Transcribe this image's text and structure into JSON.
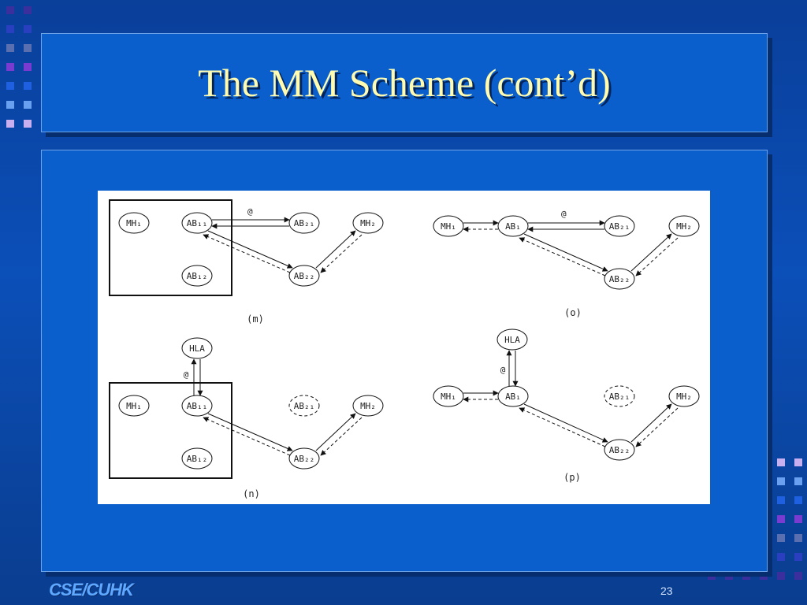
{
  "slide": {
    "title": "The MM Scheme (cont’d)",
    "footer_logo": "CSE/CUHK",
    "page_number": "23"
  },
  "colors": {
    "background": "#0b4fb8",
    "panel": "#0a5fcc",
    "title_text": "#fffbb0"
  },
  "diagram": {
    "panels": [
      {
        "id": "m",
        "caption": "(m)",
        "nodes": [
          {
            "id": "MH1",
            "label": "MH₁"
          },
          {
            "id": "AB11",
            "label": "AB₁₁"
          },
          {
            "id": "AB12",
            "label": "AB₁₂"
          },
          {
            "id": "AB21",
            "label": "AB₂₁"
          },
          {
            "id": "MH2",
            "label": "MH₂"
          },
          {
            "id": "AB22",
            "label": "AB₂₂"
          }
        ],
        "annotation": "@"
      },
      {
        "id": "o",
        "caption": "(o)",
        "nodes": [
          {
            "id": "MH1",
            "label": "MH₁"
          },
          {
            "id": "AB1",
            "label": "AB₁"
          },
          {
            "id": "AB21",
            "label": "AB₂₁"
          },
          {
            "id": "MH2",
            "label": "MH₂"
          },
          {
            "id": "AB22",
            "label": "AB₂₂"
          }
        ],
        "annotation": "@"
      },
      {
        "id": "n",
        "caption": "(n)",
        "nodes": [
          {
            "id": "HLA",
            "label": "HLA"
          },
          {
            "id": "MH1",
            "label": "MH₁"
          },
          {
            "id": "AB11",
            "label": "AB₁₁"
          },
          {
            "id": "AB12",
            "label": "AB₁₂"
          },
          {
            "id": "AB21",
            "label": "AB₂₁"
          },
          {
            "id": "MH2",
            "label": "MH₂"
          },
          {
            "id": "AB22",
            "label": "AB₂₂"
          }
        ],
        "annotation": "@"
      },
      {
        "id": "p",
        "caption": "(p)",
        "nodes": [
          {
            "id": "HLA",
            "label": "HLA"
          },
          {
            "id": "MH1",
            "label": "MH₁"
          },
          {
            "id": "AB1",
            "label": "AB₁"
          },
          {
            "id": "AB21",
            "label": "AB₂₁"
          },
          {
            "id": "MH2",
            "label": "MH₂"
          },
          {
            "id": "AB22",
            "label": "AB₂₂"
          }
        ],
        "annotation": "@"
      }
    ]
  }
}
